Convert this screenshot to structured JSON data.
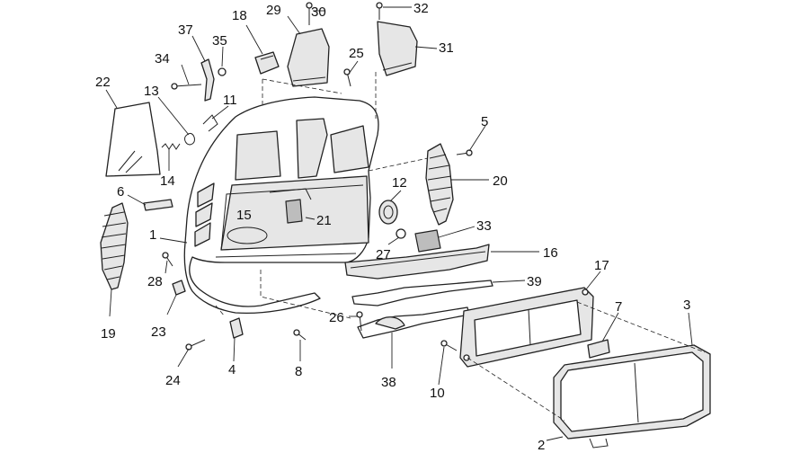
{
  "callouts": [
    {
      "id": "c1",
      "label": "1"
    },
    {
      "id": "c2",
      "label": "2"
    },
    {
      "id": "c3",
      "label": "3"
    },
    {
      "id": "c4",
      "label": "4"
    },
    {
      "id": "c5",
      "label": "5"
    },
    {
      "id": "c6",
      "label": "6"
    },
    {
      "id": "c7",
      "label": "7"
    },
    {
      "id": "c8",
      "label": "8"
    },
    {
      "id": "c10",
      "label": "10"
    },
    {
      "id": "c11",
      "label": "11"
    },
    {
      "id": "c12",
      "label": "12"
    },
    {
      "id": "c13",
      "label": "13"
    },
    {
      "id": "c14",
      "label": "14"
    },
    {
      "id": "c15",
      "label": "15"
    },
    {
      "id": "c16",
      "label": "16"
    },
    {
      "id": "c17",
      "label": "17"
    },
    {
      "id": "c18",
      "label": "18"
    },
    {
      "id": "c19",
      "label": "19"
    },
    {
      "id": "c20",
      "label": "20"
    },
    {
      "id": "c21",
      "label": "21"
    },
    {
      "id": "c22",
      "label": "22"
    },
    {
      "id": "c23",
      "label": "23"
    },
    {
      "id": "c24",
      "label": "24"
    },
    {
      "id": "c25",
      "label": "25"
    },
    {
      "id": "c26",
      "label": "26"
    },
    {
      "id": "c27",
      "label": "27"
    },
    {
      "id": "c28",
      "label": "28"
    },
    {
      "id": "c29",
      "label": "29"
    },
    {
      "id": "c30",
      "label": "30"
    },
    {
      "id": "c31",
      "label": "31"
    },
    {
      "id": "c32",
      "label": "32"
    },
    {
      "id": "c33",
      "label": "33"
    },
    {
      "id": "c34",
      "label": "34"
    },
    {
      "id": "c35",
      "label": "35"
    },
    {
      "id": "c37",
      "label": "37"
    },
    {
      "id": "c38",
      "label": "38"
    },
    {
      "id": "c39",
      "label": "39"
    }
  ]
}
